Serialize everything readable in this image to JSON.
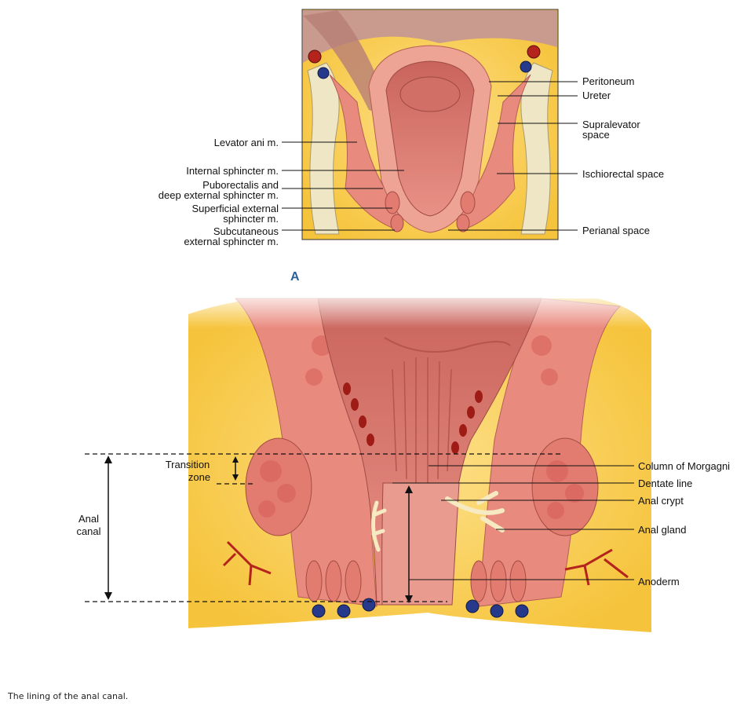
{
  "panel_a": {
    "letter": "A",
    "labels_left": [
      {
        "lines": [
          "Levator ani m."
        ]
      },
      {
        "lines": [
          "Internal sphincter m."
        ]
      },
      {
        "lines": [
          "Puborectalis and",
          "deep external sphincter m."
        ]
      },
      {
        "lines": [
          "Superficial external",
          "sphincter m."
        ]
      },
      {
        "lines": [
          "Subcutaneous",
          "external sphincter m."
        ]
      }
    ],
    "labels_right": [
      {
        "lines": [
          "Peritoneum"
        ]
      },
      {
        "lines": [
          "Ureter"
        ]
      },
      {
        "lines": [
          "Supralevator",
          "space"
        ]
      },
      {
        "lines": [
          "Ischiorectal space"
        ]
      },
      {
        "lines": [
          "Perianal space"
        ]
      }
    ]
  },
  "panel_b": {
    "left_labels": {
      "transition_zone": [
        "Transition",
        "zone"
      ],
      "anal_canal": [
        "Anal",
        "canal"
      ]
    },
    "labels_right": [
      {
        "lines": [
          "Column of Morgagni"
        ]
      },
      {
        "lines": [
          "Dentate line"
        ]
      },
      {
        "lines": [
          "Anal crypt"
        ]
      },
      {
        "lines": [
          "Anal gland"
        ]
      },
      {
        "lines": [
          "Anoderm"
        ]
      }
    ]
  },
  "caption": "The lining of the anal canal.",
  "colors": {
    "fat": "#f8cf55",
    "muscle": "#e98a7e",
    "mucosa": "#e37f76",
    "bone": "#f1ead0",
    "vein": "#26398a",
    "artery": "#b4231c",
    "accent": "#2d5f96"
  }
}
